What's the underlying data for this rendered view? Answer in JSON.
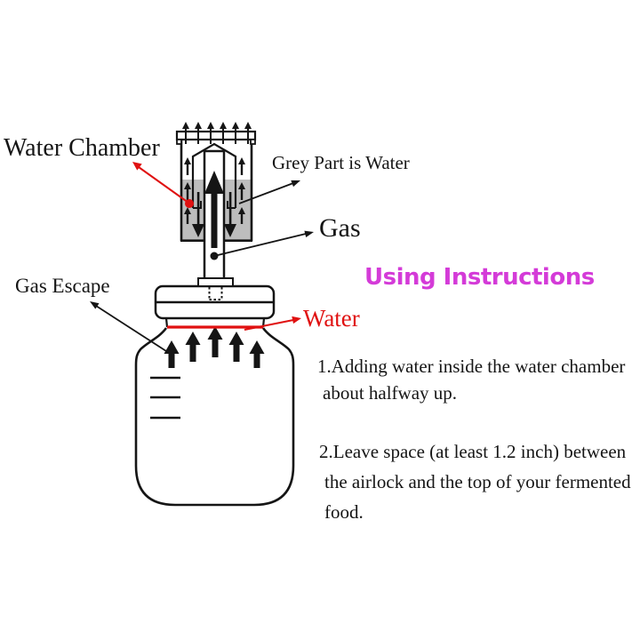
{
  "colors": {
    "ink": "#151515",
    "red": "#e01111",
    "magenta": "#d43bd8",
    "grey_water": "#bdbdbd"
  },
  "diagram_labels": {
    "water_chamber": "Water Chamber",
    "grey_part_is_water": "Grey Part is Water",
    "gas": "Gas",
    "gas_escape": "Gas Escape",
    "water": "Water"
  },
  "heading": "Using Instructions",
  "instructions": [
    {
      "lines": [
        "1.Adding water inside the water chamber",
        "about halfway up."
      ]
    },
    {
      "lines": [
        "2.Leave space (at least 1.2 inch) between",
        "the airlock and the top of your fermented",
        "food."
      ]
    }
  ]
}
